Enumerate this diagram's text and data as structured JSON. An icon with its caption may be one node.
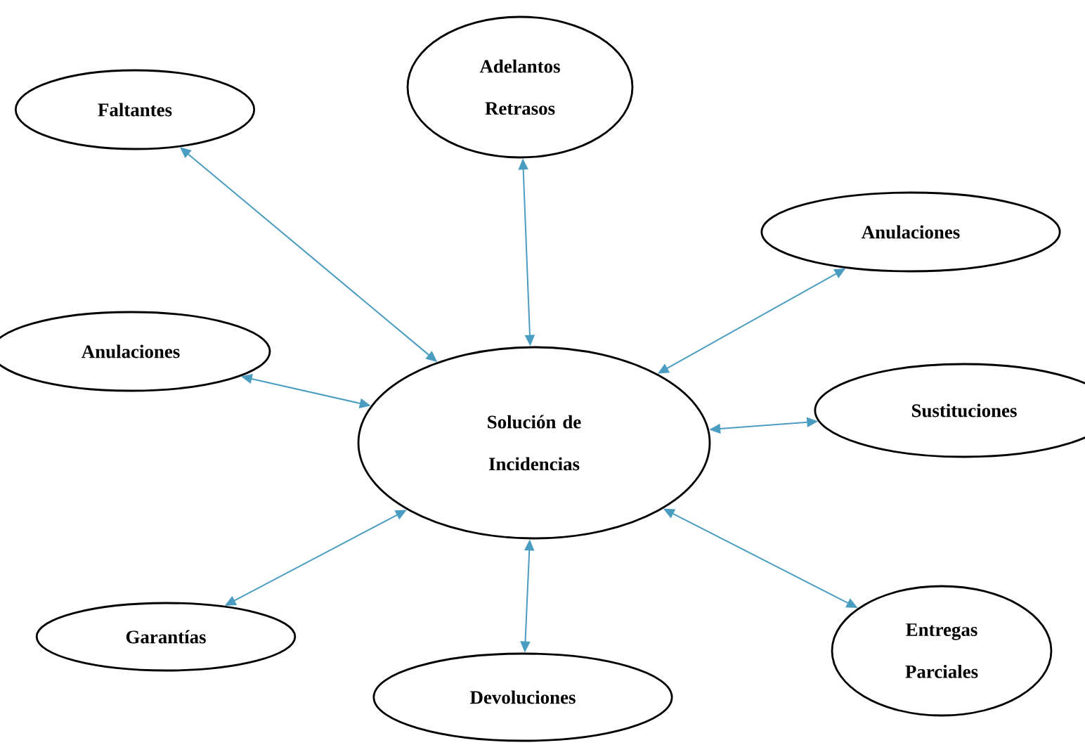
{
  "diagram": {
    "nodes": [
      {
        "text": [
          "Adelantos Retrasos"
        ]
      },
      {
        "text": [
          "Faltantes"
        ]
      },
      {
        "text": [
          "Anulaciones"
        ]
      },
      {
        "text": [
          "Anulaciones"
        ]
      },
      {
        "text": [
          "Solución de Incidencias"
        ]
      },
      {
        "text": [
          "Sustituciones"
        ]
      },
      {
        "text": [
          "Entregas Parciales"
        ]
      },
      {
        "text": [
          "Garantías"
        ]
      },
      {
        "text": [
          "Devoluciones"
        ]
      }
    ],
    "edges": [
      {
        "from": 4,
        "to": 0,
        "arrow": "both"
      },
      {
        "from": 4,
        "to": 1,
        "arrow": "both"
      },
      {
        "from": 4,
        "to": 2,
        "arrow": "both"
      },
      {
        "from": 4,
        "to": 3,
        "arrow": "both"
      },
      {
        "from": 4,
        "to": 5,
        "arrow": "both"
      },
      {
        "from": 4,
        "to": 6,
        "arrow": "both"
      },
      {
        "from": 4,
        "to": 7,
        "arrow": "both"
      },
      {
        "from": 4,
        "to": 8,
        "arrow": "both"
      }
    ]
  }
}
